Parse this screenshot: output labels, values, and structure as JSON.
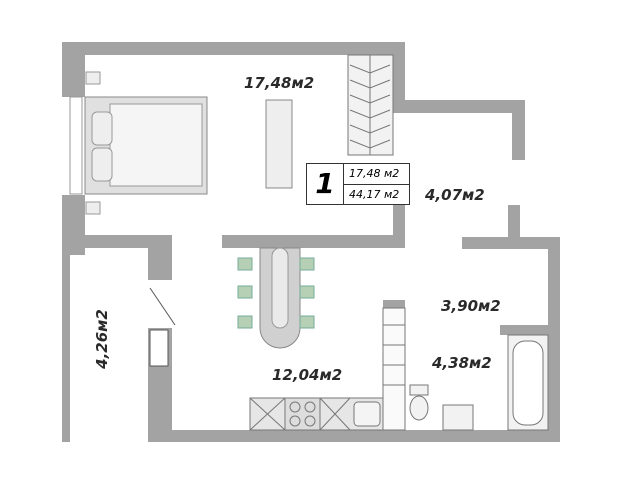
{
  "rooms": {
    "bedroom": "17,48м2",
    "hall": "4,07м2",
    "balcony": "4,26м2",
    "kitchen_living": "12,04м2",
    "corridor": "3,90м2",
    "bathroom": "4,38м2"
  },
  "summary": {
    "number": "1",
    "living_area": "17,48 м2",
    "total_area": "44,17 м2"
  },
  "colors": {
    "wall": "#a3a3a3",
    "furniture": "#cfcfcf",
    "chair": "#b5d0b5"
  }
}
